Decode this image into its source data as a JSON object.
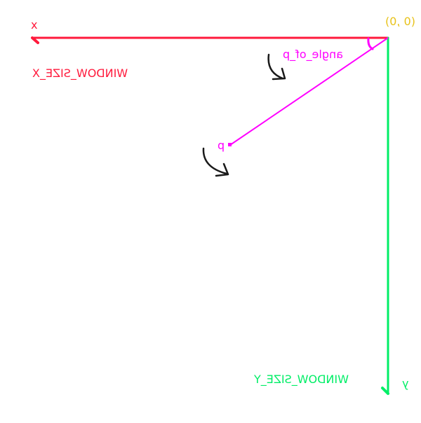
{
  "diagram": {
    "labels": {
      "origin": "(0 ,0)",
      "x_axis": "x",
      "y_axis": "y",
      "window_size_x": "WINDOW_SIZE_X",
      "window_size_y": "WINDOW_SIZE_Y",
      "point": "p",
      "angle": "angle_of_p"
    },
    "colors": {
      "x_axis": "#ff1a3c",
      "y_axis": "#00ee66",
      "point_line": "#ff00ff",
      "origin_label": "#e8c21a",
      "arrows": "#1a1a1a"
    }
  }
}
